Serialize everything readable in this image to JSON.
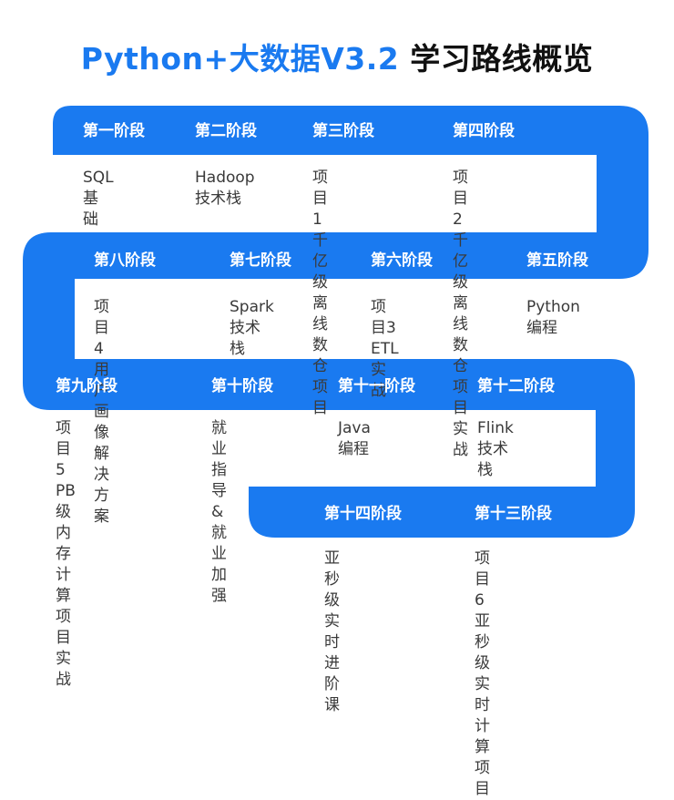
{
  "title": {
    "part1": "Python+大数据V3.2",
    "part2": "学习路线概览"
  },
  "colors": {
    "accent": "#1a7af0",
    "path": "#1a7af0",
    "text": "#3a3a3a"
  },
  "stages": [
    {
      "name": "第一阶段",
      "content": "SQL基础"
    },
    {
      "name": "第二阶段",
      "content": "Hadoop\n技术栈"
    },
    {
      "name": "第三阶段",
      "content": "项目1 千亿级\n离线数仓项目"
    },
    {
      "name": "第四阶段",
      "content": "项目2 千亿级离\n线数仓项目实战"
    },
    {
      "name": "第五阶段",
      "content": "Python编程"
    },
    {
      "name": "第六阶段",
      "content": "项目3 ETL实战"
    },
    {
      "name": "第七阶段",
      "content": "Spark技术栈"
    },
    {
      "name": "第八阶段",
      "content": "项目4 用户画\n像解决方案"
    },
    {
      "name": "第九阶段",
      "content": "项目5 PB级内存\n计算项目实战"
    },
    {
      "name": "第十阶段",
      "content": "就业指导&\n就业加强"
    },
    {
      "name": "第十一阶段",
      "content": "Java编程"
    },
    {
      "name": "第十二阶段",
      "content": "Flink技术栈"
    },
    {
      "name": "第十三阶段",
      "content": "项目6 亚秒级\n实时计算项目"
    },
    {
      "name": "第十四阶段",
      "content": "亚秒级实时\n进阶课"
    }
  ]
}
